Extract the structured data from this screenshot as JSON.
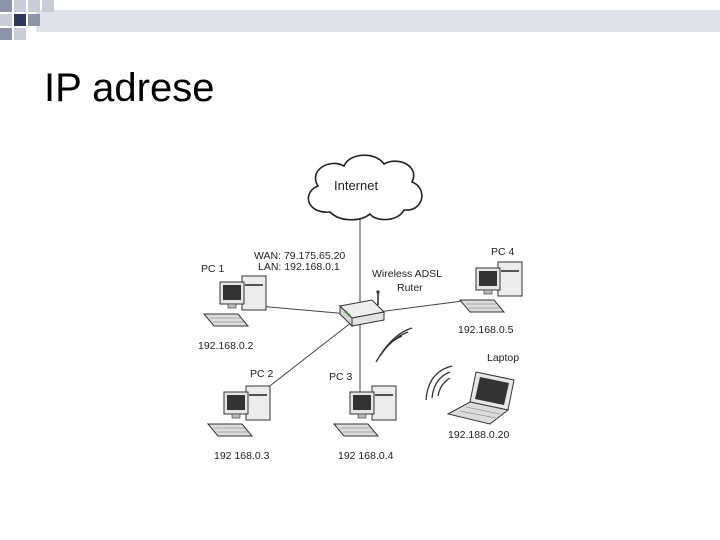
{
  "slide": {
    "title": "IP adrese",
    "accent_colors": {
      "dark": "#2b3a5c",
      "mid": "#8c94a8",
      "light": "#c9cdd6",
      "bar": "#dfe2e8"
    }
  },
  "diagram": {
    "internet_label": "Internet",
    "router": {
      "wan": "WAN: 79.175.65.20",
      "lan": "LAN: 192.168.0.1",
      "name_line1": "Wireless ADSL",
      "name_line2": "Ruter"
    },
    "nodes": [
      {
        "name": "PC 1",
        "ip": "192.168.0.2",
        "icon": "desktop-pc-icon"
      },
      {
        "name": "PC 2",
        "ip": "192 168.0.3",
        "icon": "desktop-pc-icon"
      },
      {
        "name": "PC 3",
        "ip": "192 168.0.4",
        "icon": "desktop-pc-icon"
      },
      {
        "name": "PC 4",
        "ip": "192.168.0.5",
        "icon": "desktop-pc-icon"
      },
      {
        "name": "Laptop",
        "ip": "192.188.0.20",
        "icon": "laptop-icon"
      }
    ]
  }
}
